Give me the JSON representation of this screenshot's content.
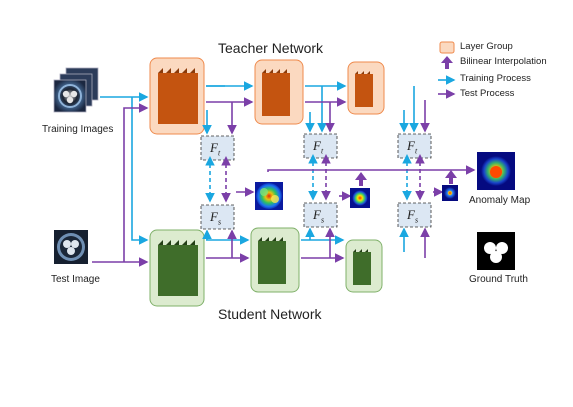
{
  "teacher_title": "Teacher Network",
  "student_title": "Student Network",
  "inputs": {
    "training_label": "Training Images",
    "test_label": "Test Image"
  },
  "outputs": {
    "anomaly_label": "Anomaly Map",
    "ground_truth_label": "Ground Truth"
  },
  "features": {
    "teacher_symbol": "F",
    "teacher_sub": "t",
    "student_symbol": "F",
    "student_sub": "s"
  },
  "legend": {
    "layer_group": "Layer Group",
    "bilinear": "Bilinear Interpolation",
    "training": "Training Process",
    "test": "Test Process"
  },
  "colors": {
    "training": "#1aa7e0",
    "test": "#7b3fa8",
    "teacher_fill": "#fbd9c0",
    "teacher_border": "#ef8a4c",
    "teacher_layer": "#c45410",
    "student_fill": "#dcebcf",
    "student_border": "#7fb069",
    "student_layer": "#3f6d2a",
    "feature_fill": "#dce7f3"
  }
}
